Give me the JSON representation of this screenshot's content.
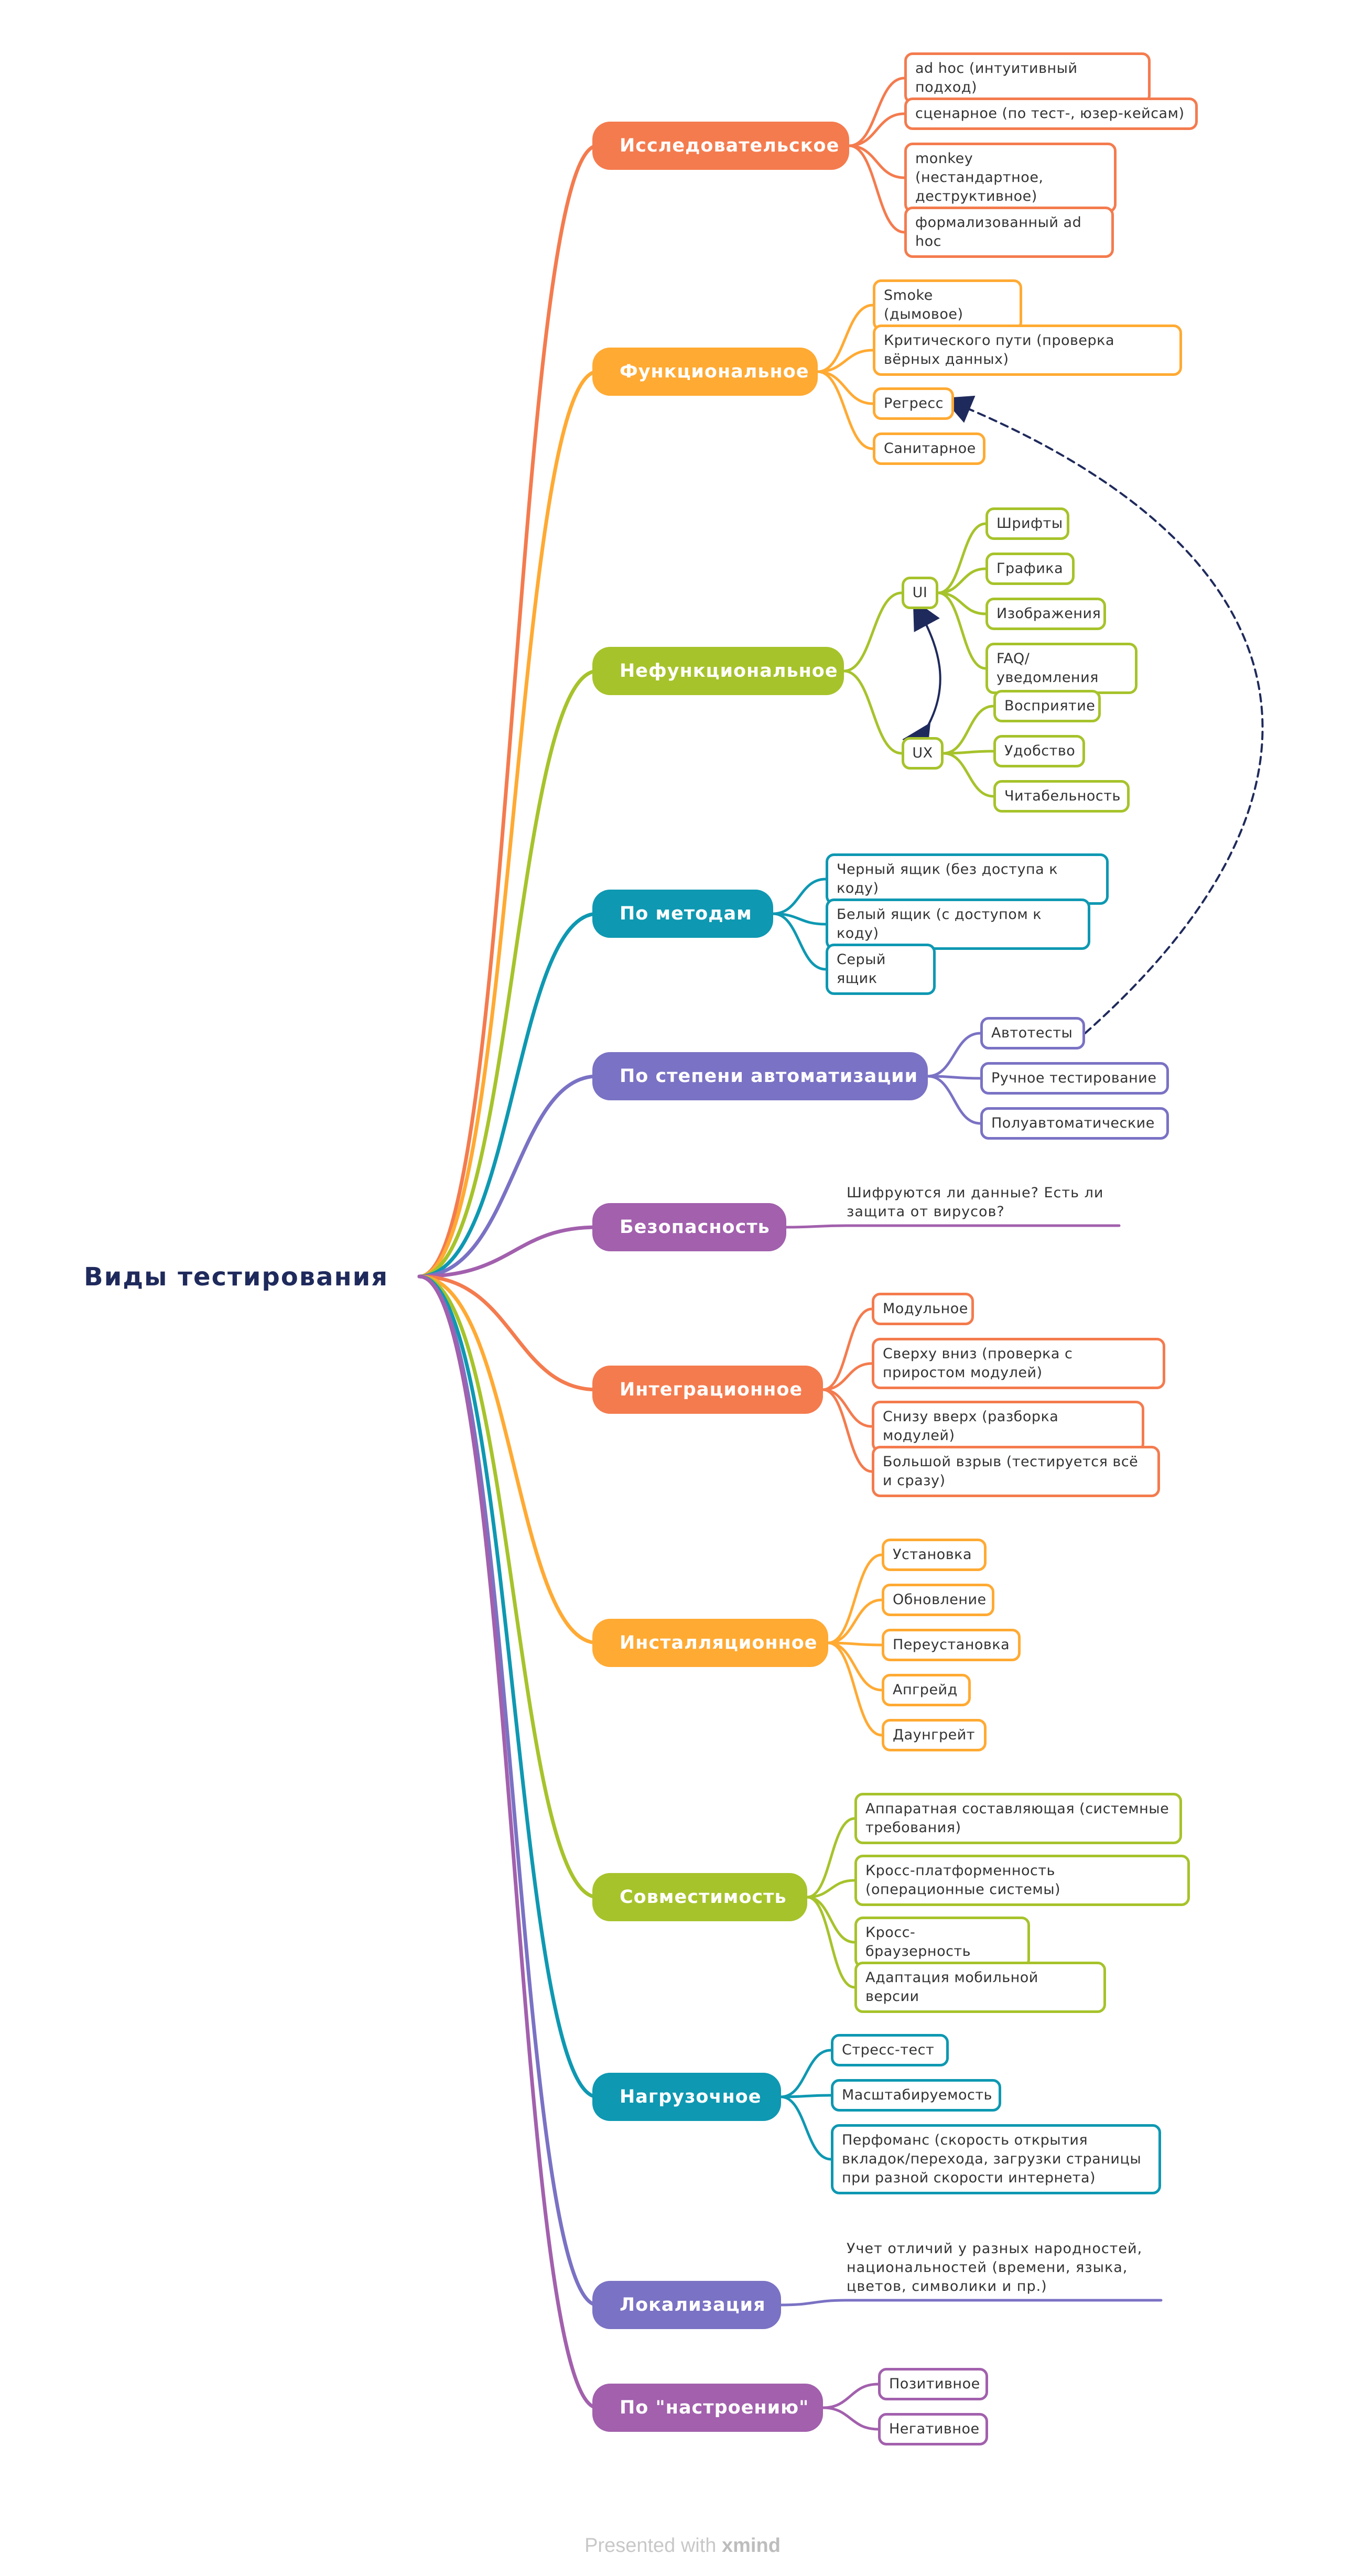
{
  "title": "Виды тестирования",
  "colors": {
    "orange": "#f47b4e",
    "amber": "#ffaa33",
    "lime": "#a6c32b",
    "teal": "#0e98b2",
    "indigo": "#7a72c4",
    "purple": "#a260ad",
    "dashed": "#1f2a5c"
  },
  "branches": [
    {
      "label": "Исследовательское",
      "color": "orange",
      "children": [
        "ad hoc (интуитивный подход)",
        "сценарное (по тест-, юзер-кейсам)",
        "monkey (нестандартное, деструктивное)",
        "формализованный ad hoc"
      ]
    },
    {
      "label": "Функциональное",
      "color": "amber",
      "children": [
        "Smoke (дымовое)",
        "Критического пути (проверка вёрных данных)",
        "Регресс",
        "Санитарное"
      ]
    },
    {
      "label": "Нефункциональное",
      "color": "lime",
      "children": [
        "UI",
        "UX"
      ],
      "ui_children": [
        "Шрифты",
        "Графика",
        "Изображения",
        "FAQ/уведомления"
      ],
      "ux_children": [
        "Восприятие",
        "Удобство",
        "Читабельность"
      ]
    },
    {
      "label": "По методам",
      "color": "teal",
      "children": [
        "Черный ящик (без доступа к коду)",
        "Белый ящик (с доступом к коду)",
        "Серый ящик"
      ]
    },
    {
      "label": "По степени автоматизации",
      "color": "indigo",
      "children": [
        "Автотесты",
        "Ручное тестирование",
        "Полуавтоматические"
      ]
    },
    {
      "label": "Безопасность",
      "color": "purple",
      "note": "Шифруются ли данные? Есть ли защита от вирусов?"
    },
    {
      "label": "Интеграционное",
      "color": "orange",
      "children": [
        "Модульное",
        "Сверху вниз (проверка с приростом модулей)",
        "Снизу вверх (разборка модулей)",
        "Большой взрыв (тестируется всё и сразу)"
      ]
    },
    {
      "label": "Инсталляционное",
      "color": "amber",
      "children": [
        "Установка",
        "Обновление",
        "Переустановка",
        "Апгрейд",
        "Даунгрейт"
      ]
    },
    {
      "label": "Совместимость",
      "color": "lime",
      "children": [
        "Аппаратная составляющая (системные требования)",
        "Кросс-платформенность (операционные системы)",
        "Кросс-браузерность",
        "Адаптация мобильной версии"
      ]
    },
    {
      "label": "Нагрузочное",
      "color": "teal",
      "children": [
        "Стресс-тест",
        "Масштабируемость",
        "Перфоманс (скорость открытия вкладок/перехода, загрузки страницы при разной скорости интернета)"
      ]
    },
    {
      "label": "Локализация",
      "color": "indigo",
      "note": "Учет отличий у разных народностей, национальностей (времени, языка, цветов, символики и пр.)"
    },
    {
      "label": "По \"настроению\"",
      "color": "purple",
      "children": [
        "Позитивное",
        "Негативное"
      ]
    }
  ],
  "footer": {
    "prefix": "Presented with ",
    "brand": "xmind"
  }
}
